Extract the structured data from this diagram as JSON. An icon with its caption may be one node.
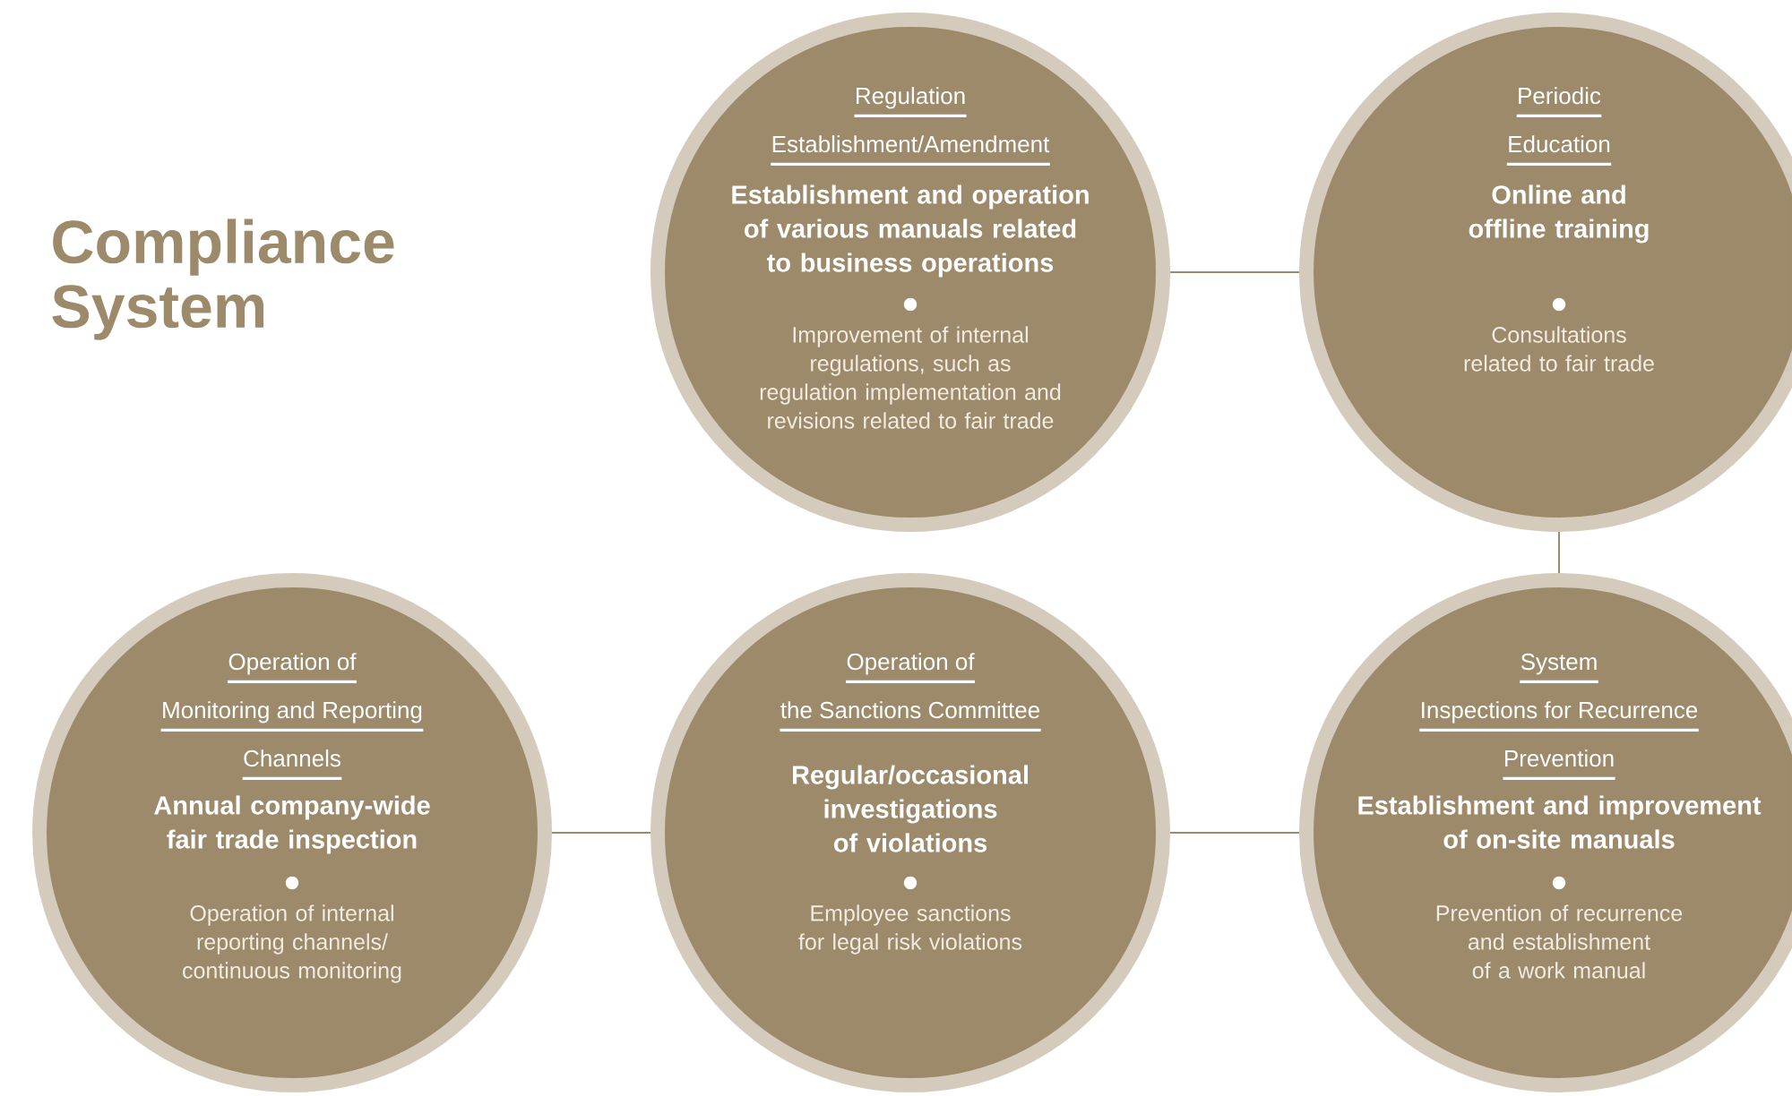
{
  "diagram": {
    "title": "Compliance System",
    "nodes": [
      {
        "text": [
          "Regulation",
          "Establishment/Amendment",
          "Establishment and operation of various manuals related to business operations",
          "Improvement of internal regulations, such as regulation implementation and revisions related to fair trade"
        ]
      },
      {
        "text": [
          "Periodic",
          "Education",
          "Online and offline training",
          "Consultations related to fair trade"
        ]
      },
      {
        "text": [
          "Operation of",
          "Monitoring and Reporting",
          "Channels",
          "Annual company-wide fair trade inspection",
          "Operation of internal reporting channels/ continuous monitoring"
        ]
      },
      {
        "text": [
          "Operation of",
          "the Sanctions Committee",
          "Regular/occasional investigations of violations",
          "Employee sanctions for legal risk violations"
        ]
      },
      {
        "text": [
          "System",
          "Inspections for Recurrence",
          "Prevention",
          "Establishment and improvement of on-site manuals",
          "Prevention of recurrence and establishment of a work manual"
        ]
      }
    ],
    "edges": [
      {
        "from": 0,
        "to": 1,
        "arrow": "none"
      },
      {
        "from": 1,
        "to": 4,
        "arrow": "none"
      },
      {
        "from": 4,
        "to": 3,
        "arrow": "none"
      },
      {
        "from": 3,
        "to": 2,
        "arrow": "none"
      }
    ]
  }
}
